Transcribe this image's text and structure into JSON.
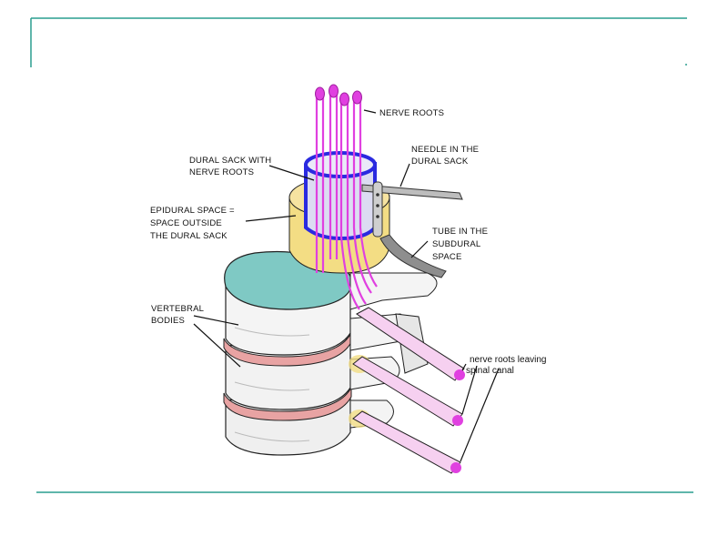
{
  "slide": {
    "accent_color": "#2a9d8f"
  },
  "labels": {
    "nerve_roots": "NERVE ROOTS",
    "dural_sack_1": "DURAL SACK WITH",
    "dural_sack_2": "NERVE ROOTS",
    "needle_1": "NEEDLE IN THE",
    "needle_2": "DURAL SACK",
    "epidural_1": "EPIDURAL SPACE =",
    "epidural_2": "SPACE OUTSIDE",
    "epidural_3": "THE DURAL SACK",
    "tube_1": "TUBE IN THE",
    "tube_2": "SUBDURAL",
    "tube_3": "SPACE",
    "vertebral_1": "VERTEBRAL",
    "vertebral_2": "BODIES",
    "leaving_1": "nerve roots leaving",
    "leaving_2": "spinal canal"
  },
  "colors": {
    "nerve": "#e040e0",
    "dura": "#2a2ae0",
    "epidural": "#f3dd84",
    "disc": "#7fc9c4",
    "bone": "#efefef",
    "needle": "#bdbdbd"
  }
}
